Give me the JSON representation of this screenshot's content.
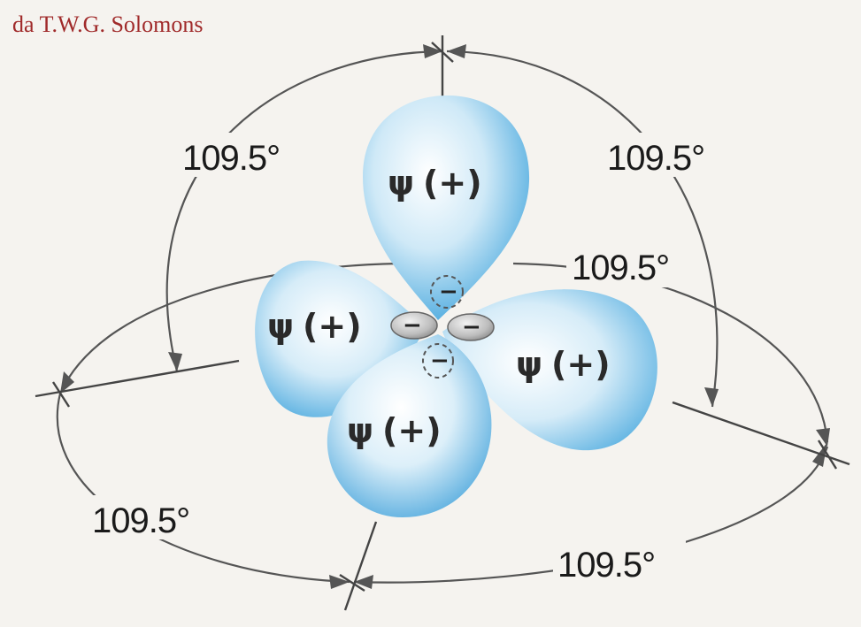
{
  "credit": "da T.W.G. Solomons",
  "angles": {
    "top_left": "109.5°",
    "top_right": "109.5°",
    "mid_right": "109.5°",
    "bottom_left": "109.5°",
    "bottom_right": "109.5°"
  },
  "lobes": {
    "top": {
      "psi": "ψ",
      "sign": "(+)"
    },
    "left": {
      "psi": "ψ",
      "sign": "(+)"
    },
    "right": {
      "psi": "ψ",
      "sign": "(+)"
    },
    "front": {
      "psi": "ψ",
      "sign": "(+)"
    }
  },
  "small_lobes": {
    "top": "−",
    "left": "−",
    "right": "−",
    "bottom": "−"
  },
  "colors": {
    "lobe_light": "#e8f4fb",
    "lobe_mid": "#8fcbe9",
    "lobe_dark": "#2f93d1",
    "credit": "#a02a2a"
  }
}
